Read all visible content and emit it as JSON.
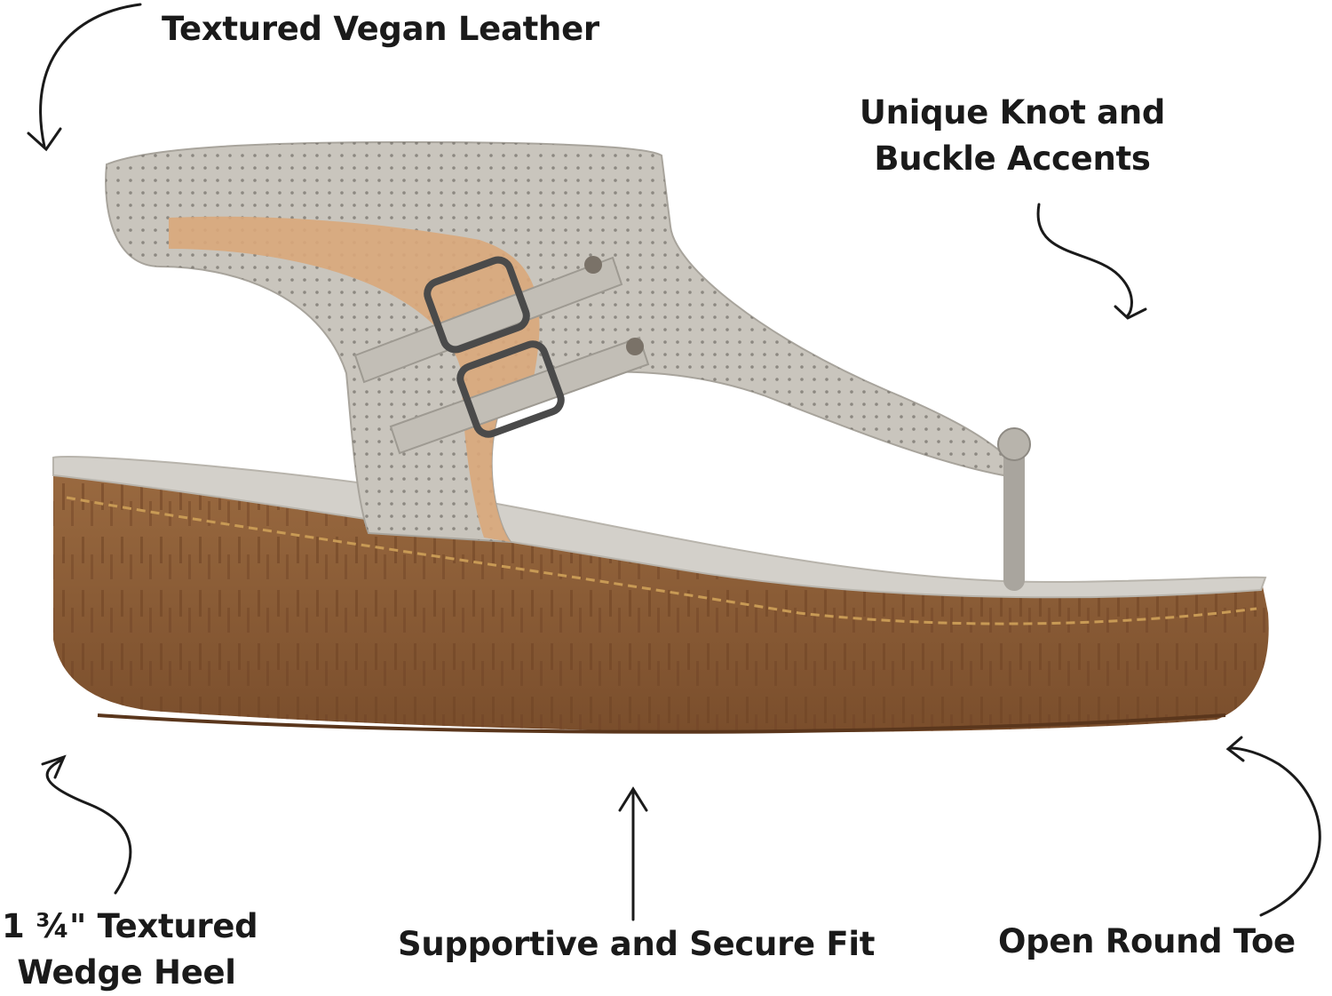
{
  "callouts": {
    "leather": "Textured Vegan Leather",
    "knot_line1": "Unique Knot and",
    "knot_line2": "Buckle Accents",
    "wedge_line1": "1 ¾\" Textured",
    "wedge_line2": "Wedge Heel",
    "fit": "Supportive and Secure Fit",
    "toe": "Open Round Toe"
  },
  "colors": {
    "upper": "#c9c5bd",
    "upper_shadow": "#a8a49c",
    "lining": "#d9a77a",
    "wedge": "#8c5a33",
    "wedge_dark": "#6e4325",
    "footbed": "#d3d0ca",
    "buckle": "#4a4a4a",
    "ink": "#1a1a1a"
  }
}
